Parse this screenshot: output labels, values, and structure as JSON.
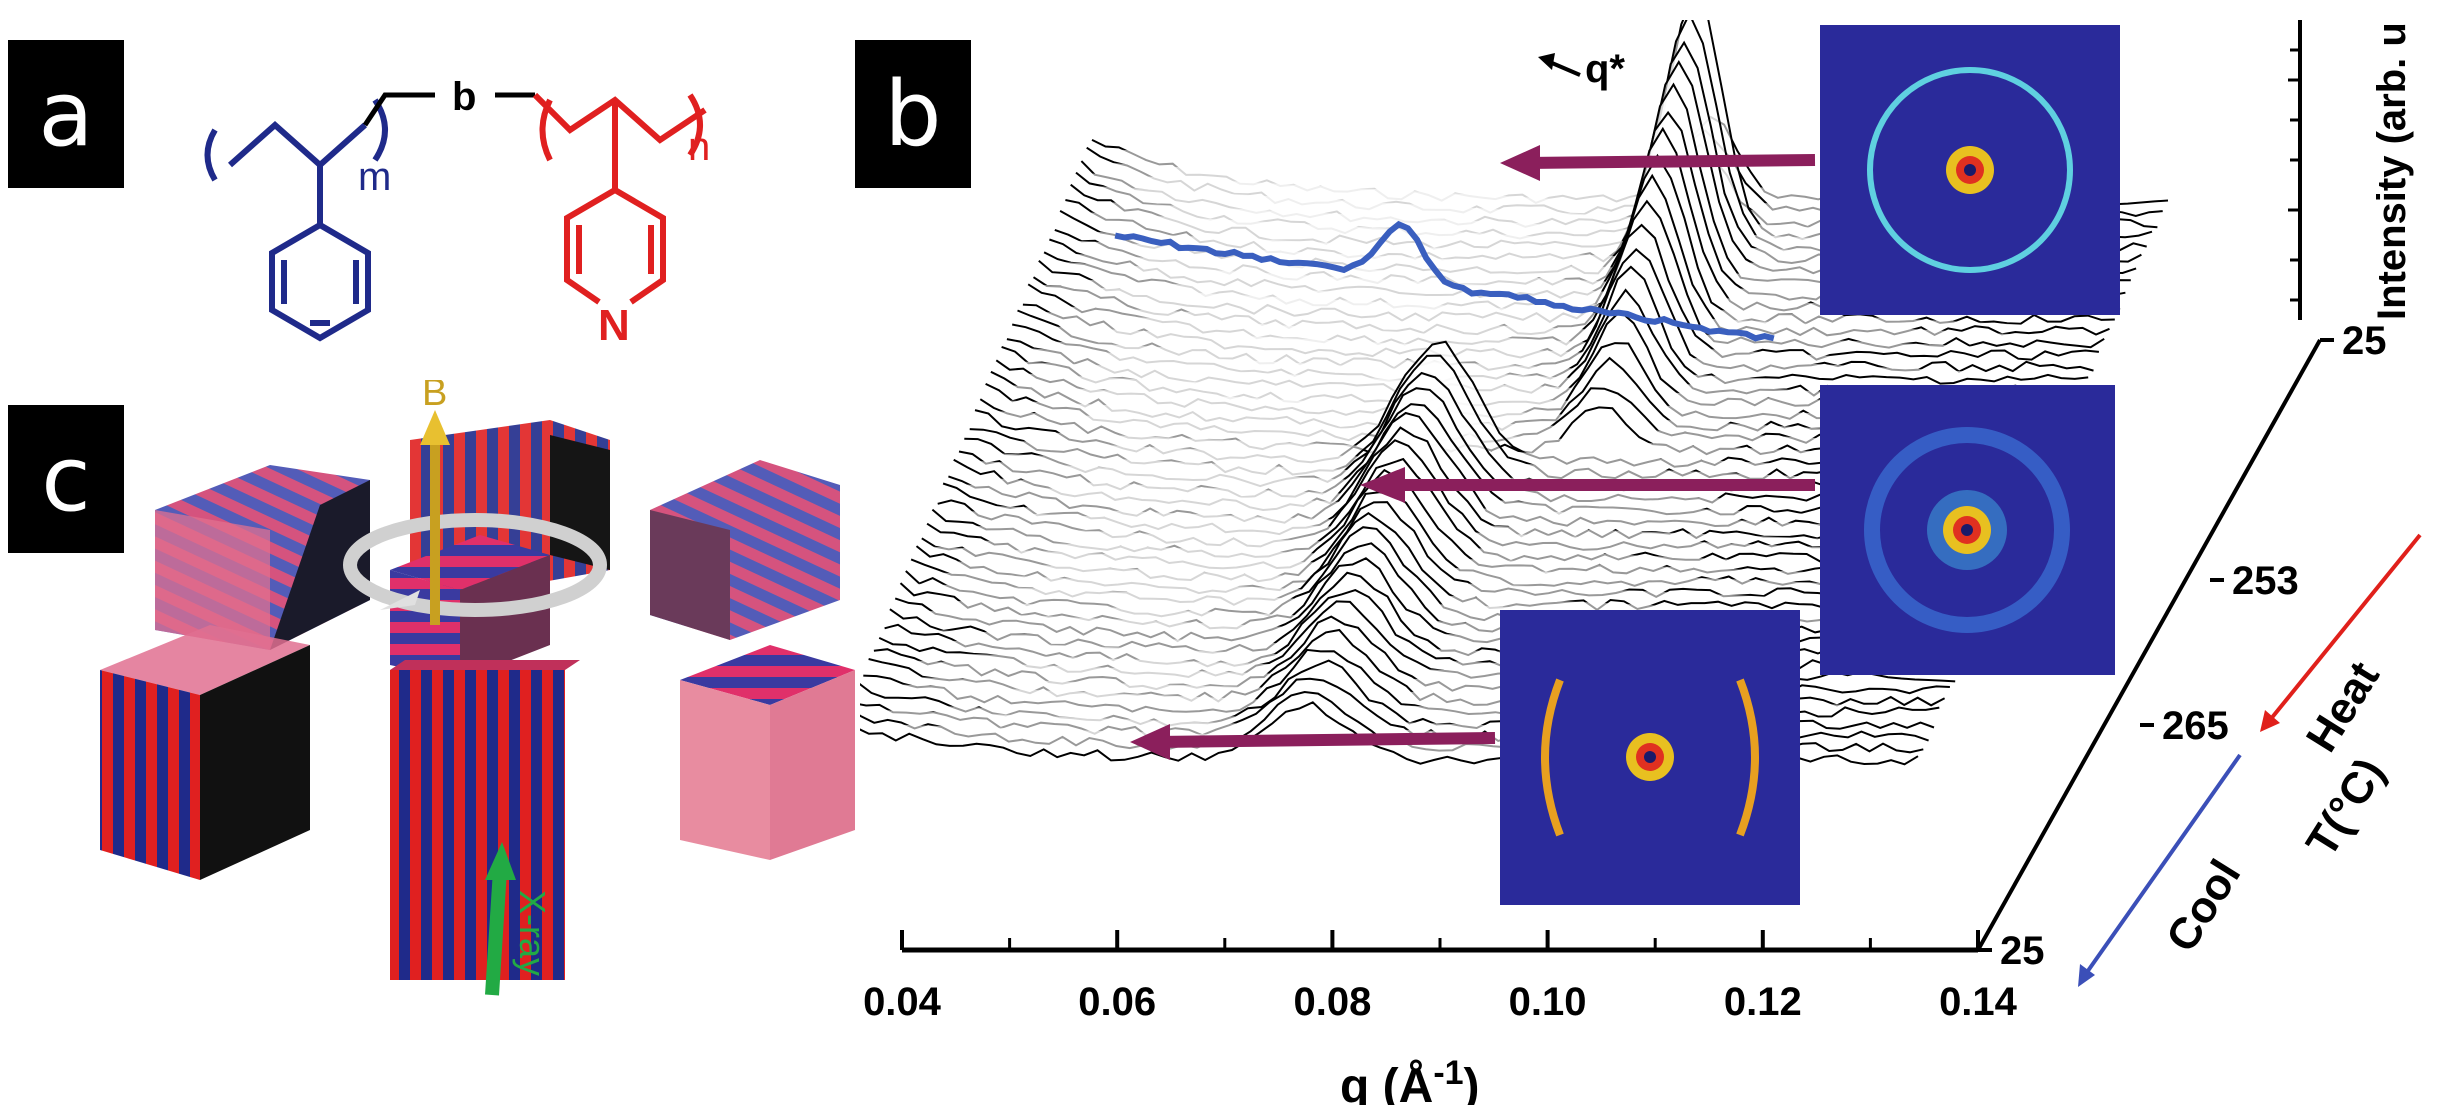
{
  "panels": {
    "a": "a",
    "b": "b",
    "c": "c"
  },
  "chemistry": {
    "subscript_m": "m",
    "subscript_n": "n",
    "linker": "b",
    "nitrogen": "N"
  },
  "panel_c": {
    "field_label": "B",
    "xray_label": "X-ray"
  },
  "chart_data": {
    "type": "waterfall",
    "xlabel_main": "q (Å",
    "xlabel_sup": "-1",
    "xlabel_close": ")",
    "ylabel": "Intensity (arb. units)",
    "zlabel": "T(°C)",
    "x_ticks": [
      "0.04",
      "0.06",
      "0.08",
      "0.10",
      "0.12",
      "0.14"
    ],
    "x_range": [
      0.04,
      0.14
    ],
    "z_ticks": [
      "25",
      "253",
      "265",
      "25"
    ],
    "peak_label": "q*",
    "heat_label": "Heat",
    "cool_label": "Cool",
    "colors": {
      "highlight_trace": "#3a5fbf",
      "arrow": "#8b1f5c",
      "heat": "#e0201b",
      "cool": "#3b4fb8",
      "block_a": "#1f2a8a",
      "block_b": "#e02020"
    }
  }
}
